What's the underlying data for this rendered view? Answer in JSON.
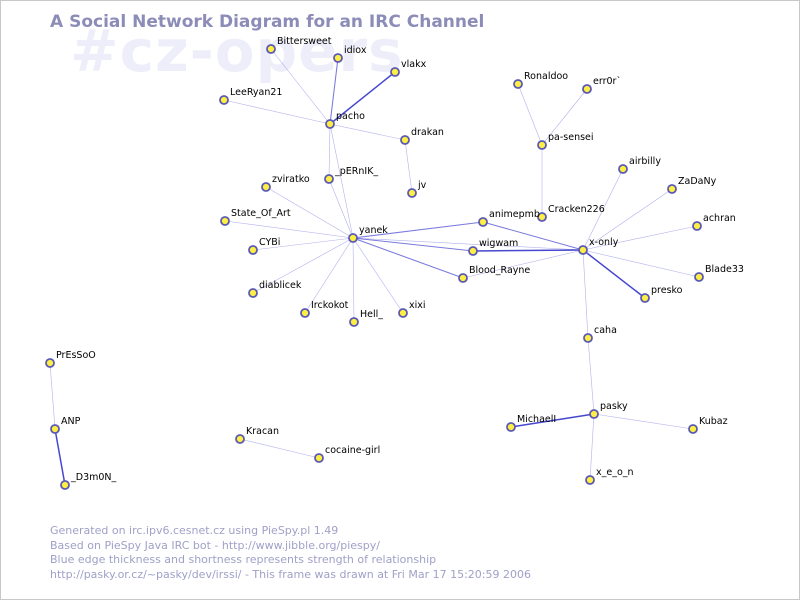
{
  "title": "A Social Network Diagram for an IRC Channel",
  "channel_watermark": "#cz-opers",
  "colors": {
    "title": "#8c8cb8",
    "watermark": "#eeeefa",
    "edge": "#3333cc",
    "node_fill": "#ffee44",
    "node_stroke": "#5a5ab4",
    "footer": "#a0a0c8"
  },
  "nodes": [
    {
      "id": "Bittersweet",
      "label": "Bittersweet"
    },
    {
      "id": "idiox",
      "label": "idiox"
    },
    {
      "id": "vlakx",
      "label": "vlakx"
    },
    {
      "id": "LeeRyan21",
      "label": "LeeRyan21"
    },
    {
      "id": "pacho",
      "label": "pacho"
    },
    {
      "id": "drakan",
      "label": "drakan"
    },
    {
      "id": "pERnIK",
      "label": "_pERnIK_"
    },
    {
      "id": "jv",
      "label": "jv"
    },
    {
      "id": "zviratko",
      "label": "zviratko"
    },
    {
      "id": "State_Of_Art",
      "label": "State_Of_Art"
    },
    {
      "id": "CYBi",
      "label": "CYBi"
    },
    {
      "id": "yanek",
      "label": "yanek"
    },
    {
      "id": "diablicek",
      "label": "diablicek"
    },
    {
      "id": "Irckokot",
      "label": "Irckokot"
    },
    {
      "id": "Hell_",
      "label": "Hell_"
    },
    {
      "id": "xixi",
      "label": "xixi"
    },
    {
      "id": "Ronaldoo",
      "label": "Ronaldoo"
    },
    {
      "id": "err0r",
      "label": "err0r`"
    },
    {
      "id": "pa-sensei",
      "label": "pa-sensei"
    },
    {
      "id": "Cracken226",
      "label": "Cracken226"
    },
    {
      "id": "animepmb",
      "label": "animepmb"
    },
    {
      "id": "wigwam",
      "label": "wigwam"
    },
    {
      "id": "Blood_Rayne",
      "label": "Blood_Rayne"
    },
    {
      "id": "airbilly",
      "label": "airbilly"
    },
    {
      "id": "ZaDaNy",
      "label": "ZaDaNy"
    },
    {
      "id": "achran",
      "label": "achran"
    },
    {
      "id": "x-only",
      "label": "x-only"
    },
    {
      "id": "Blade33",
      "label": "Blade33"
    },
    {
      "id": "presko",
      "label": "presko"
    },
    {
      "id": "caha",
      "label": "caha"
    },
    {
      "id": "pasky",
      "label": "pasky"
    },
    {
      "id": "MichaelI",
      "label": "MichaelI"
    },
    {
      "id": "Kubaz",
      "label": "Kubaz"
    },
    {
      "id": "x_e_o_n",
      "label": "x_e_o_n"
    },
    {
      "id": "PrEsSoO",
      "label": "PrEsSoO"
    },
    {
      "id": "ANP",
      "label": "ANP"
    },
    {
      "id": "D3m0N",
      "label": "_D3m0N_"
    },
    {
      "id": "Kracan",
      "label": "Kracan"
    },
    {
      "id": "cocaine-girl",
      "label": "cocaine-girl"
    }
  ],
  "edges": [
    {
      "source": "pacho",
      "target": "Bittersweet",
      "weight": 1
    },
    {
      "source": "pacho",
      "target": "idiox",
      "weight": 2
    },
    {
      "source": "pacho",
      "target": "vlakx",
      "weight": 3
    },
    {
      "source": "pacho",
      "target": "LeeRyan21",
      "weight": 1
    },
    {
      "source": "pacho",
      "target": "drakan",
      "weight": 1
    },
    {
      "source": "pacho",
      "target": "yanek",
      "weight": 1
    },
    {
      "source": "pacho",
      "target": "pERnIK",
      "weight": 1
    },
    {
      "source": "drakan",
      "target": "jv",
      "weight": 1
    },
    {
      "source": "yanek",
      "target": "pERnIK",
      "weight": 1
    },
    {
      "source": "yanek",
      "target": "zviratko",
      "weight": 1
    },
    {
      "source": "yanek",
      "target": "State_Of_Art",
      "weight": 1
    },
    {
      "source": "yanek",
      "target": "CYBi",
      "weight": 1
    },
    {
      "source": "yanek",
      "target": "diablicek",
      "weight": 1
    },
    {
      "source": "yanek",
      "target": "Irckokot",
      "weight": 1
    },
    {
      "source": "yanek",
      "target": "Hell_",
      "weight": 1
    },
    {
      "source": "yanek",
      "target": "xixi",
      "weight": 1
    },
    {
      "source": "yanek",
      "target": "animepmb",
      "weight": 2
    },
    {
      "source": "yanek",
      "target": "wigwam",
      "weight": 2
    },
    {
      "source": "yanek",
      "target": "Blood_Rayne",
      "weight": 2
    },
    {
      "source": "yanek",
      "target": "x-only",
      "weight": 1
    },
    {
      "source": "Ronaldoo",
      "target": "pa-sensei",
      "weight": 1
    },
    {
      "source": "err0r",
      "target": "pa-sensei",
      "weight": 1
    },
    {
      "source": "pa-sensei",
      "target": "Cracken226",
      "weight": 1
    },
    {
      "source": "x-only",
      "target": "animepmb",
      "weight": 2
    },
    {
      "source": "x-only",
      "target": "wigwam",
      "weight": 3
    },
    {
      "source": "x-only",
      "target": "Blood_Rayne",
      "weight": 1
    },
    {
      "source": "x-only",
      "target": "airbilly",
      "weight": 1
    },
    {
      "source": "x-only",
      "target": "ZaDaNy",
      "weight": 1
    },
    {
      "source": "x-only",
      "target": "achran",
      "weight": 1
    },
    {
      "source": "x-only",
      "target": "Blade33",
      "weight": 1
    },
    {
      "source": "x-only",
      "target": "presko",
      "weight": 3
    },
    {
      "source": "x-only",
      "target": "caha",
      "weight": 1
    },
    {
      "source": "caha",
      "target": "pasky",
      "weight": 1
    },
    {
      "source": "pasky",
      "target": "MichaelI",
      "weight": 3
    },
    {
      "source": "pasky",
      "target": "Kubaz",
      "weight": 1
    },
    {
      "source": "pasky",
      "target": "x_e_o_n",
      "weight": 1
    },
    {
      "source": "PrEsSoO",
      "target": "ANP",
      "weight": 1
    },
    {
      "source": "ANP",
      "target": "D3m0N",
      "weight": 3
    },
    {
      "source": "Kracan",
      "target": "cocaine-girl",
      "weight": 1
    }
  ],
  "footer": {
    "line1": "Generated on irc.ipv6.cesnet.cz using PieSpy.pl 1.49",
    "line2": "Based on PieSpy Java IRC bot - http://www.jibble.org/piespy/",
    "line3": "Blue edge thickness and shortness represents strength of relationship",
    "line4": "http://pasky.or.cz/~pasky/dev/irssi/ - This frame was drawn at Fri Mar 17 15:20:59 2006"
  }
}
